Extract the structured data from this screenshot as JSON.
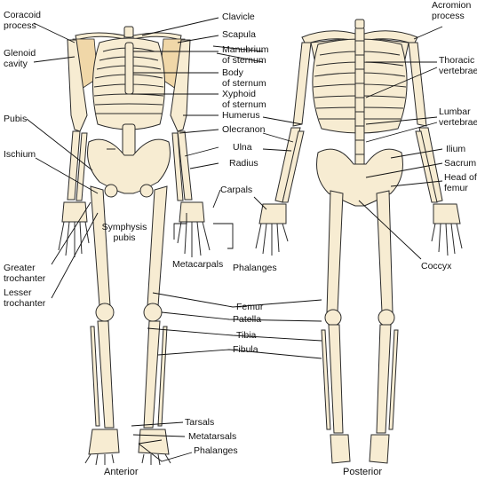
{
  "labels": {
    "coracoid_process": "Coracoid\nprocess",
    "glenoid_cavity": "Glenoid\ncavity",
    "clavicle": "Clavicle",
    "scapula": "Scapula",
    "manubrium": "Manubrium\nof sternum",
    "body_sternum": "Body\nof sternum",
    "xyphoid": "Xyphoid\nof sternum",
    "humerus": "Humerus",
    "olecranon": "Olecranon",
    "ulna": "Ulna",
    "radius": "Radius",
    "carpals": "Carpals",
    "metacarpals": "Metacarpals",
    "phalanges_hand": "Phalanges",
    "pubis": "Pubis",
    "ischium": "Ischium",
    "symphysis_pubis": "Symphysis\npubis",
    "greater_trochanter": "Greater\ntrochanter",
    "lesser_trochanter": "Lesser\ntrochanter",
    "acromion_process": "Acromion\nprocess",
    "thoracic_vertebrae": "Thoracic\nvertebrae",
    "lumbar_vertebrae": "Lumbar\nvertebrae",
    "ilium": "Ilium",
    "sacrum": "Sacrum",
    "head_of_femur": "Head of\nfemur",
    "coccyx": "Coccyx",
    "femur": "Femur",
    "patella": "Patella",
    "tibia": "Tibia",
    "fibula": "Fibula",
    "tarsals": "Tarsals",
    "metatarsals": "Metatarsals",
    "phalanges_foot": "Phalanges"
  },
  "views": {
    "anterior": "Anterior",
    "posterior": "Posterior"
  },
  "colors": {
    "bone": "#f7ecd2",
    "bone_stroke": "#2b2b2b",
    "scapula_highlight": "#f0d7a8",
    "leader": "#111111"
  }
}
